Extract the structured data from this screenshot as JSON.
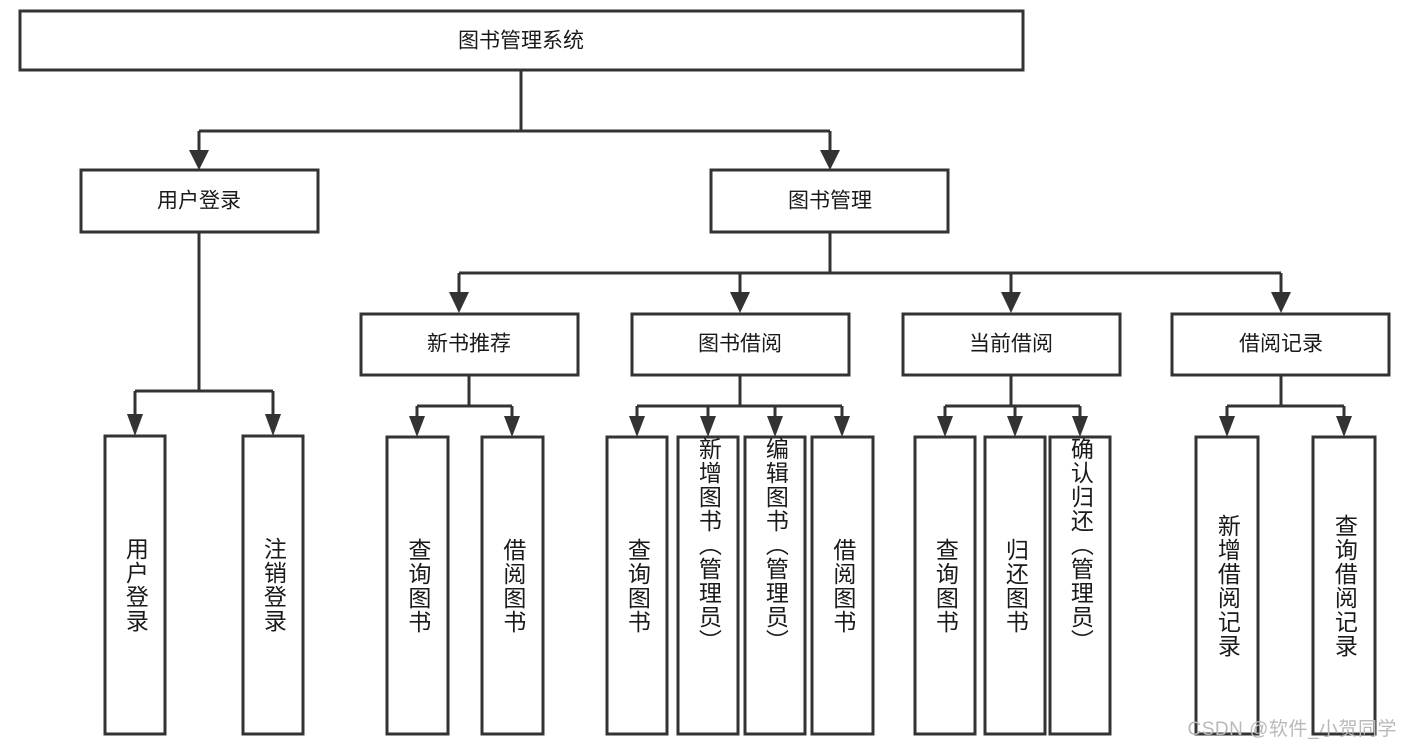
{
  "diagram": {
    "type": "tree-hierarchy-chart",
    "title": "图书管理系统",
    "colors": {
      "box_stroke": "#333333",
      "box_fill": "#ffffff",
      "text": "#1a1a1a",
      "background": "#ffffff",
      "watermark": "#b9b9b9"
    },
    "root": {
      "label": "图书管理系统"
    },
    "level2": [
      {
        "label": "用户登录"
      },
      {
        "label": "图书管理"
      }
    ],
    "level3": [
      {
        "label": "新书推荐"
      },
      {
        "label": "图书借阅"
      },
      {
        "label": "当前借阅"
      },
      {
        "label": "借阅记录"
      }
    ],
    "leaves": {
      "user_login": [
        {
          "label": "用户登录"
        },
        {
          "label": "注销登录"
        }
      ],
      "new_book_recommend": [
        {
          "label": "查询图书"
        },
        {
          "label": "借阅图书"
        }
      ],
      "book_borrow": [
        {
          "label": "查询图书"
        },
        {
          "label": "新增图书（管理员）"
        },
        {
          "label": "编辑图书（管理员）"
        },
        {
          "label": "借阅图书"
        }
      ],
      "current_borrow": [
        {
          "label": "查询图书"
        },
        {
          "label": "归还图书"
        },
        {
          "label": "确认归还（管理员）"
        }
      ],
      "borrow_record": [
        {
          "label": "新增借阅记录"
        },
        {
          "label": "查询借阅记录"
        }
      ]
    }
  },
  "watermark": {
    "text": "CSDN @软件_小贺同学"
  }
}
